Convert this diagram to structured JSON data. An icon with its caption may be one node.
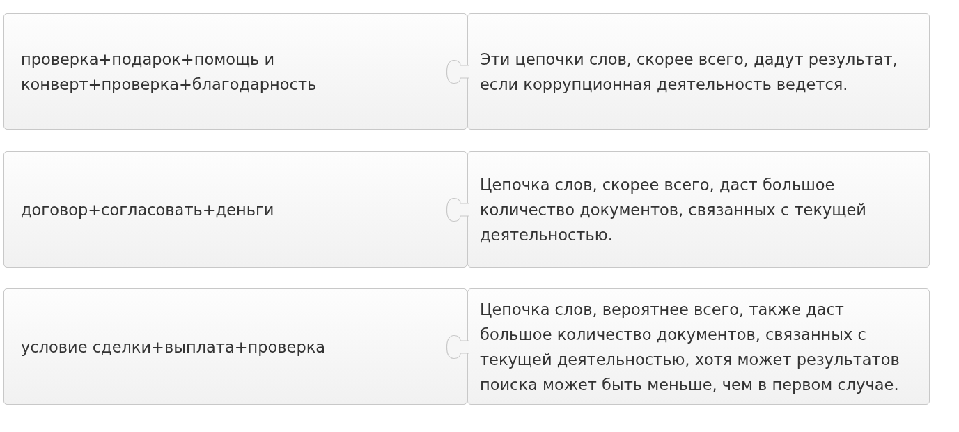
{
  "diagram": {
    "nodes": [
      {
        "text": [
          "проверка+подарок+помощь и конверт+проверка+благодарность"
        ]
      },
      {
        "text": [
          "Эти цепочки слов, скорее всего, дадут результат, если коррупционная деятельность ведется."
        ]
      },
      {
        "text": [
          "договор+согласовать+деньги"
        ]
      },
      {
        "text": [
          "Цепочка слов, скорее всего, даст большое количество документов, связанных с текущей деятельностью."
        ]
      },
      {
        "text": [
          "условие сделки+выплата+проверка"
        ]
      },
      {
        "text": [
          "Цепочка слов, вероятнее всего, также даст большое количество документов, связанных с текущей деятельностью, хотя может результатов поиска может быть меньше, чем в первом случае."
        ]
      }
    ]
  }
}
